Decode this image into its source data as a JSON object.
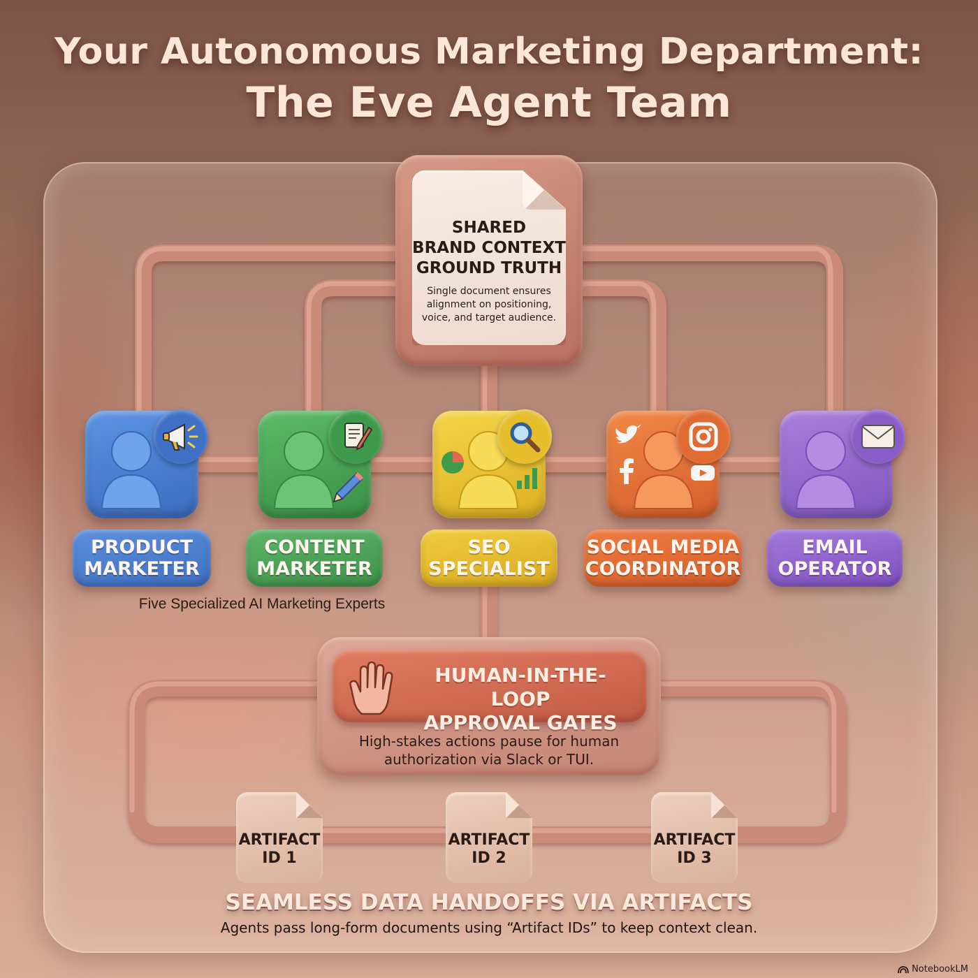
{
  "title": {
    "line1": "Your Autonomous Marketing Department:",
    "line2": "The Eve Agent Team"
  },
  "hub": {
    "title": "SHARED\nBRAND CONTEXT\nGROUND TRUTH",
    "description": "Single document ensures alignment on positioning, voice, and target audience."
  },
  "agents": [
    {
      "label": "PRODUCT\nMARKETER",
      "color": "#4a7fd0",
      "label_color": "#4674c4",
      "icon": "megaphone-icon"
    },
    {
      "label": "CONTENT\nMARKETER",
      "color": "#4aa656",
      "label_color": "#479a50",
      "icon": "document-pencil-icon"
    },
    {
      "label": "SEO\nSPECIALIST",
      "color": "#e9c436",
      "label_color": "#e2b72f",
      "icon": "magnifier-chart-icon"
    },
    {
      "label": "SOCIAL MEDIA\nCOORDINATOR",
      "color": "#e8743a",
      "label_color": "#e06a33",
      "icon": "social-icons"
    },
    {
      "label": "EMAIL\nOPERATOR",
      "color": "#9a6bd0",
      "label_color": "#9464c8",
      "icon": "envelope-icon"
    }
  ],
  "experts_caption": "Five Specialized AI Marketing Experts",
  "gate": {
    "title": "HUMAN-IN-THE-LOOP\nAPPROVAL GATES",
    "description": "High-stakes actions pause for human authorization via Slack or TUI."
  },
  "artifacts": [
    {
      "label": "ARTIFACT\nID 1"
    },
    {
      "label": "ARTIFACT\nID 2"
    },
    {
      "label": "ARTIFACT\nID 3"
    }
  ],
  "handoff": {
    "title": "SEAMLESS DATA HANDOFFS VIA ARTIFACTS",
    "description": "Agents pass long-form documents using “Artifact IDs” to keep context clean."
  },
  "brand": "NotebookLM"
}
